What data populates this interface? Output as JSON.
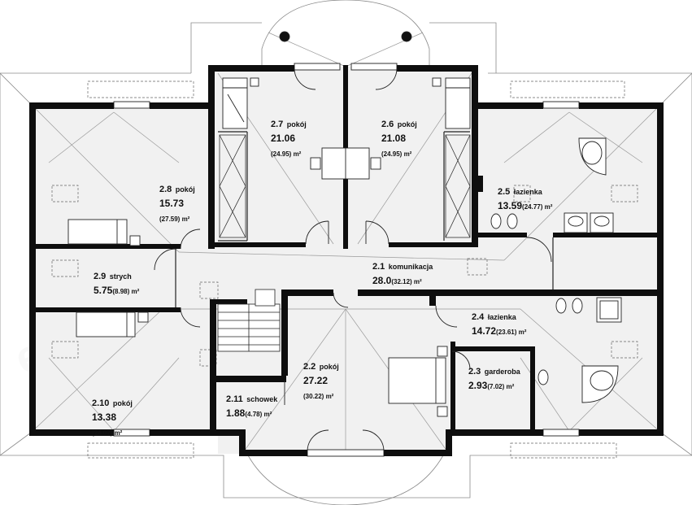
{
  "watermark": "extradom",
  "rooms": [
    {
      "id": "r27",
      "num": "2.7",
      "name": "pokój",
      "area": "21.06",
      "gross": "(24.95) m²",
      "inline": false
    },
    {
      "id": "r26",
      "num": "2.6",
      "name": "pokój",
      "area": "21.08",
      "gross": "(24.95) m²",
      "inline": false
    },
    {
      "id": "r28",
      "num": "2.8",
      "name": "pokój",
      "area": "15.73",
      "gross": "(27.59) m²",
      "inline": false
    },
    {
      "id": "r25",
      "num": "2.5",
      "name": "łazienka",
      "area": "13.59",
      "gross": "(24.77) m²",
      "inline": true
    },
    {
      "id": "r29",
      "num": "2.9",
      "name": "strych",
      "area": "5.75",
      "gross": "(8.98) m²",
      "inline": true
    },
    {
      "id": "r21",
      "num": "2.1",
      "name": "komunikacja",
      "area": "28.0",
      "gross": "(32.12) m²",
      "inline": true
    },
    {
      "id": "r24",
      "num": "2.4",
      "name": "łazienka",
      "area": "14.72",
      "gross": "(23.61) m²",
      "inline": true
    },
    {
      "id": "r23",
      "num": "2.3",
      "name": "garderoba",
      "area": "2.93",
      "gross": "(7.02) m²",
      "inline": true
    },
    {
      "id": "r22",
      "num": "2.2",
      "name": "pokój",
      "area": "27.22",
      "gross": "(30.22) m²",
      "inline": false
    },
    {
      "id": "r211",
      "num": "2.11",
      "name": "schowek",
      "area": "1.88",
      "gross": "(4.78) m²",
      "inline": true
    },
    {
      "id": "r210",
      "num": "2.10",
      "name": "pokój",
      "area": "13.38",
      "gross": "(24.07) m²",
      "inline": false
    }
  ]
}
